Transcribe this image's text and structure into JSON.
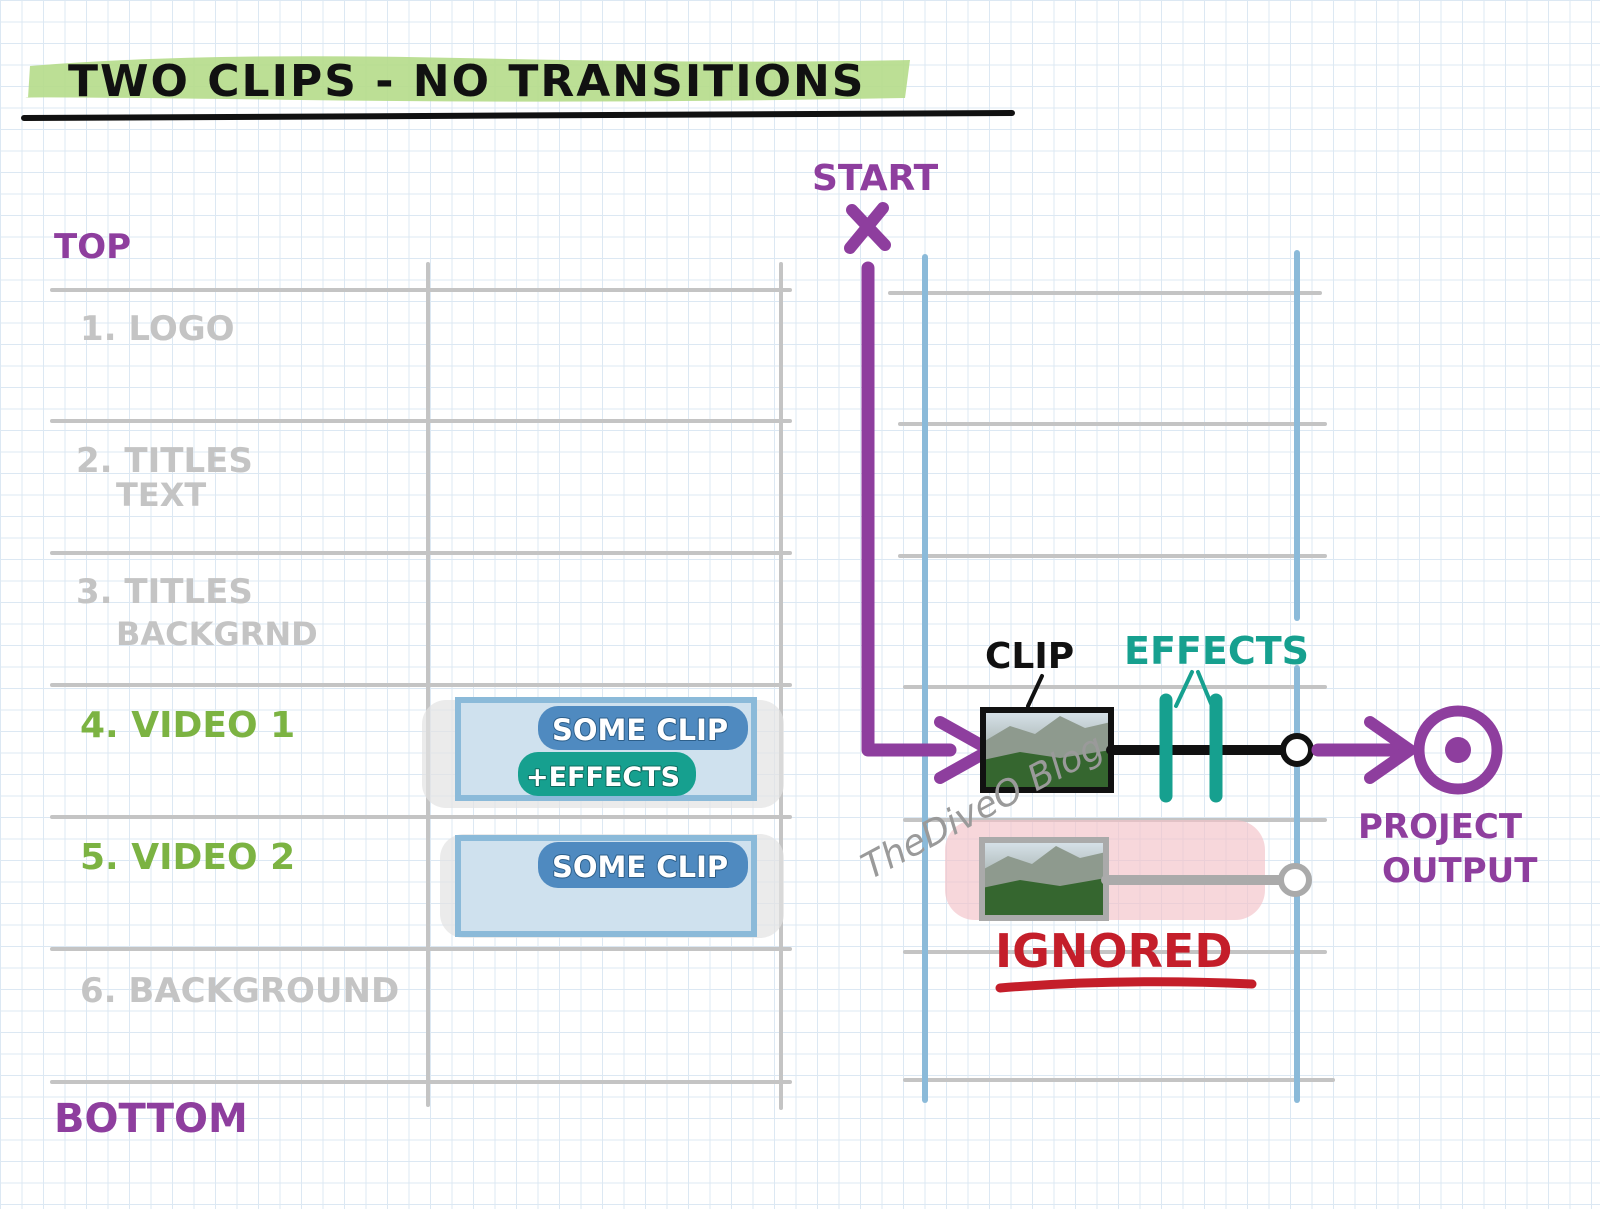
{
  "title": "TWO CLIPS - NO TRANSITIONS",
  "stack": {
    "top_label": "TOP",
    "bottom_label": "BOTTOM",
    "tracks": [
      {
        "label": "1. LOGO",
        "sublabel": "",
        "active": false
      },
      {
        "label": "2. TITLES",
        "sublabel": "TEXT",
        "active": false
      },
      {
        "label": "3. TITLES",
        "sublabel": "BACKGRND",
        "active": false
      },
      {
        "label": "4. VIDEO 1",
        "sublabel": "",
        "active": true
      },
      {
        "label": "5. VIDEO 2",
        "sublabel": "",
        "active": true
      },
      {
        "label": "6. BACKGROUND",
        "sublabel": "",
        "active": false
      }
    ],
    "clips": [
      {
        "text": "SOME CLIP",
        "effects_text": "+EFFECTS"
      },
      {
        "text": "SOME CLIP",
        "effects_text": ""
      }
    ]
  },
  "flow": {
    "start_label": "START",
    "clip_label": "CLIP",
    "effects_label": "EFFECTS",
    "watermark": "TheDiveO Blog",
    "ignored_label": "IGNORED",
    "output_label_line1": "PROJECT",
    "output_label_line2": "OUTPUT"
  },
  "colors": {
    "purple": "#8e3e9e",
    "green": "#7cb342",
    "teal": "#16a08f",
    "red": "#c41e2a",
    "grey": "#c4c4c4",
    "blue": "#8bbad9",
    "highlight": "#b5dc8a"
  }
}
